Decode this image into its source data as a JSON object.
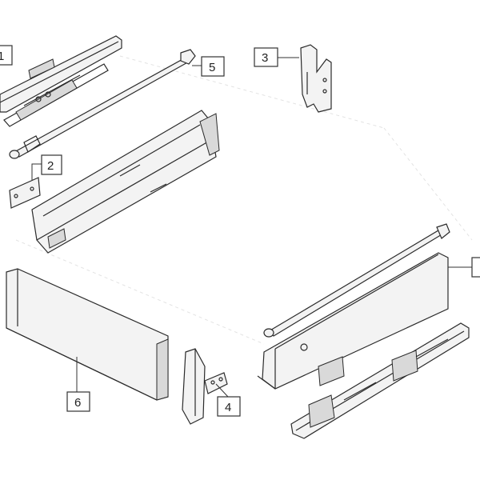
{
  "callouts": {
    "c1": "1",
    "c2": "2",
    "c3": "3",
    "c4": "4",
    "c5": "5",
    "c6": "6"
  },
  "parts": [
    "drawer-runner-left",
    "rear-bracket",
    "back-connector",
    "front-fixing-bracket",
    "gallery-rail",
    "front-panel"
  ]
}
